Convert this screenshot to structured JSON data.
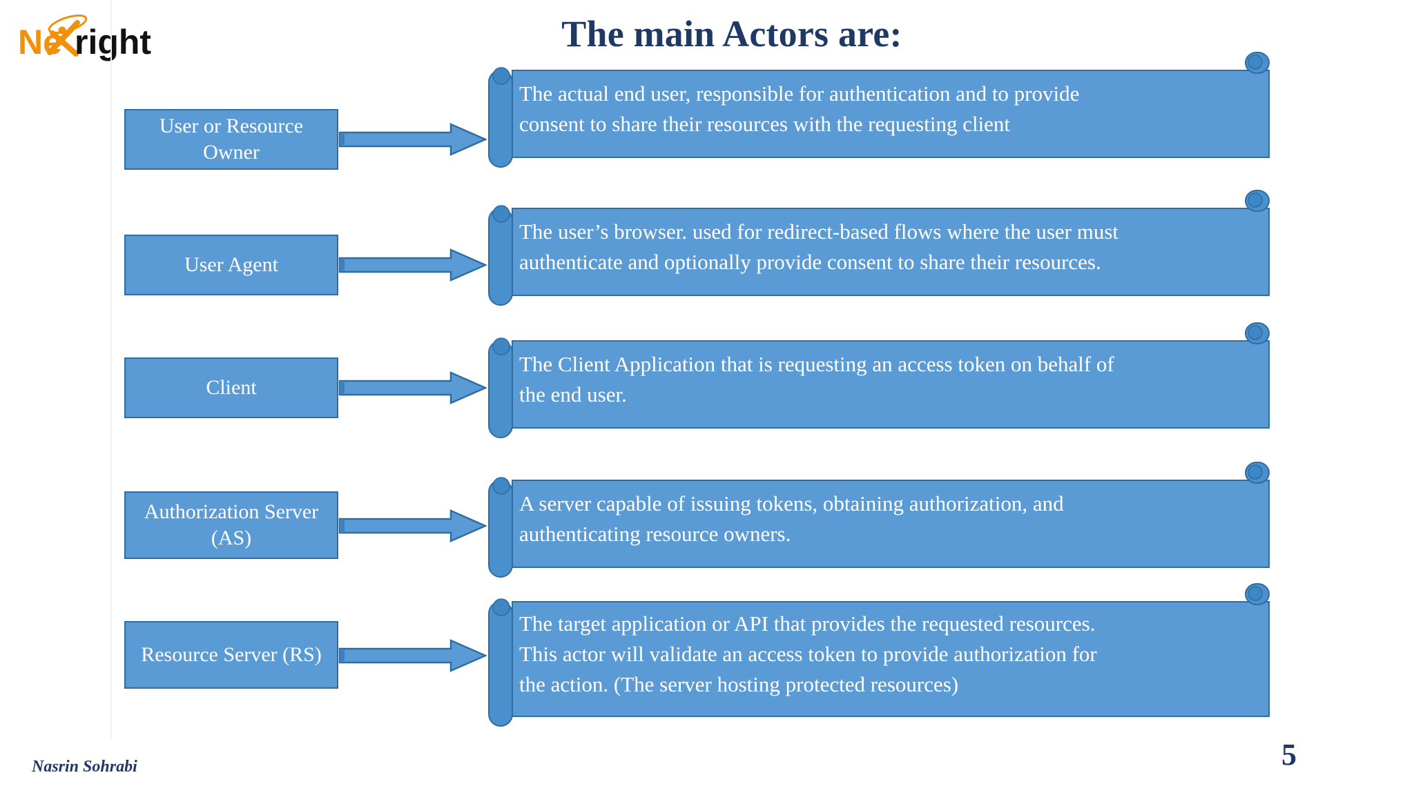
{
  "slide": {
    "title": "The main Actors are:",
    "author": "Nasrin Sohrabi",
    "page_number": "5",
    "colors": {
      "title_navy": "#1f3864",
      "shape_fill": "#5b9bd5",
      "shape_outline": "#2e6da4",
      "spine_fill": "#4a90cd",
      "text_white": "#ffffff",
      "logo_orange": "#f0900b",
      "logo_black": "#121212",
      "background": "#ffffff"
    }
  },
  "logo": {
    "text_part_1": "Ne",
    "text_part_2": "right",
    "mark": "x-person-swoosh-icon"
  },
  "rows": [
    {
      "label": "User or Resource Owner",
      "description": "The actual end user, responsible for authentication and to provide consent to share their resources with the requesting client",
      "lines": [
        "The  actual  end  user,  responsible  for  authentication  and  to  provide",
        "consent to share their resources with the requesting client"
      ]
    },
    {
      "label": "User Agent",
      "description": "The user’s browser. used for redirect-based flows where the user must authenticate and optionally provide consent to share their resources.",
      "lines": [
        "The user’s browser. used for redirect-based flows where the user must",
        "authenticate and optionally provide consent to share their resources."
      ]
    },
    {
      "label": "Client",
      "description": "The Client Application that is requesting an access token on behalf of the end user.",
      "lines": [
        "The Client Application that is requesting an access token on behalf of",
        "the end user."
      ]
    },
    {
      "label": "Authorization Server (AS)",
      "description": "A server capable of issuing tokens, obtaining authorization, and authenticating resource owners.",
      "lines": [
        "A server capable of issuing tokens, obtaining authorization, and",
        "authenticating resource owners."
      ]
    },
    {
      "label": "Resource Server (RS)",
      "description": "The target application or API that provides the requested resources. This actor will validate an access token to provide authorization for the action. (The server hosting protected resources)",
      "lines": [
        "The target application or API that provides the requested resources.",
        "This actor will validate an access token to provide authorization for",
        "the action. (The server hosting protected resources)"
      ]
    }
  ]
}
